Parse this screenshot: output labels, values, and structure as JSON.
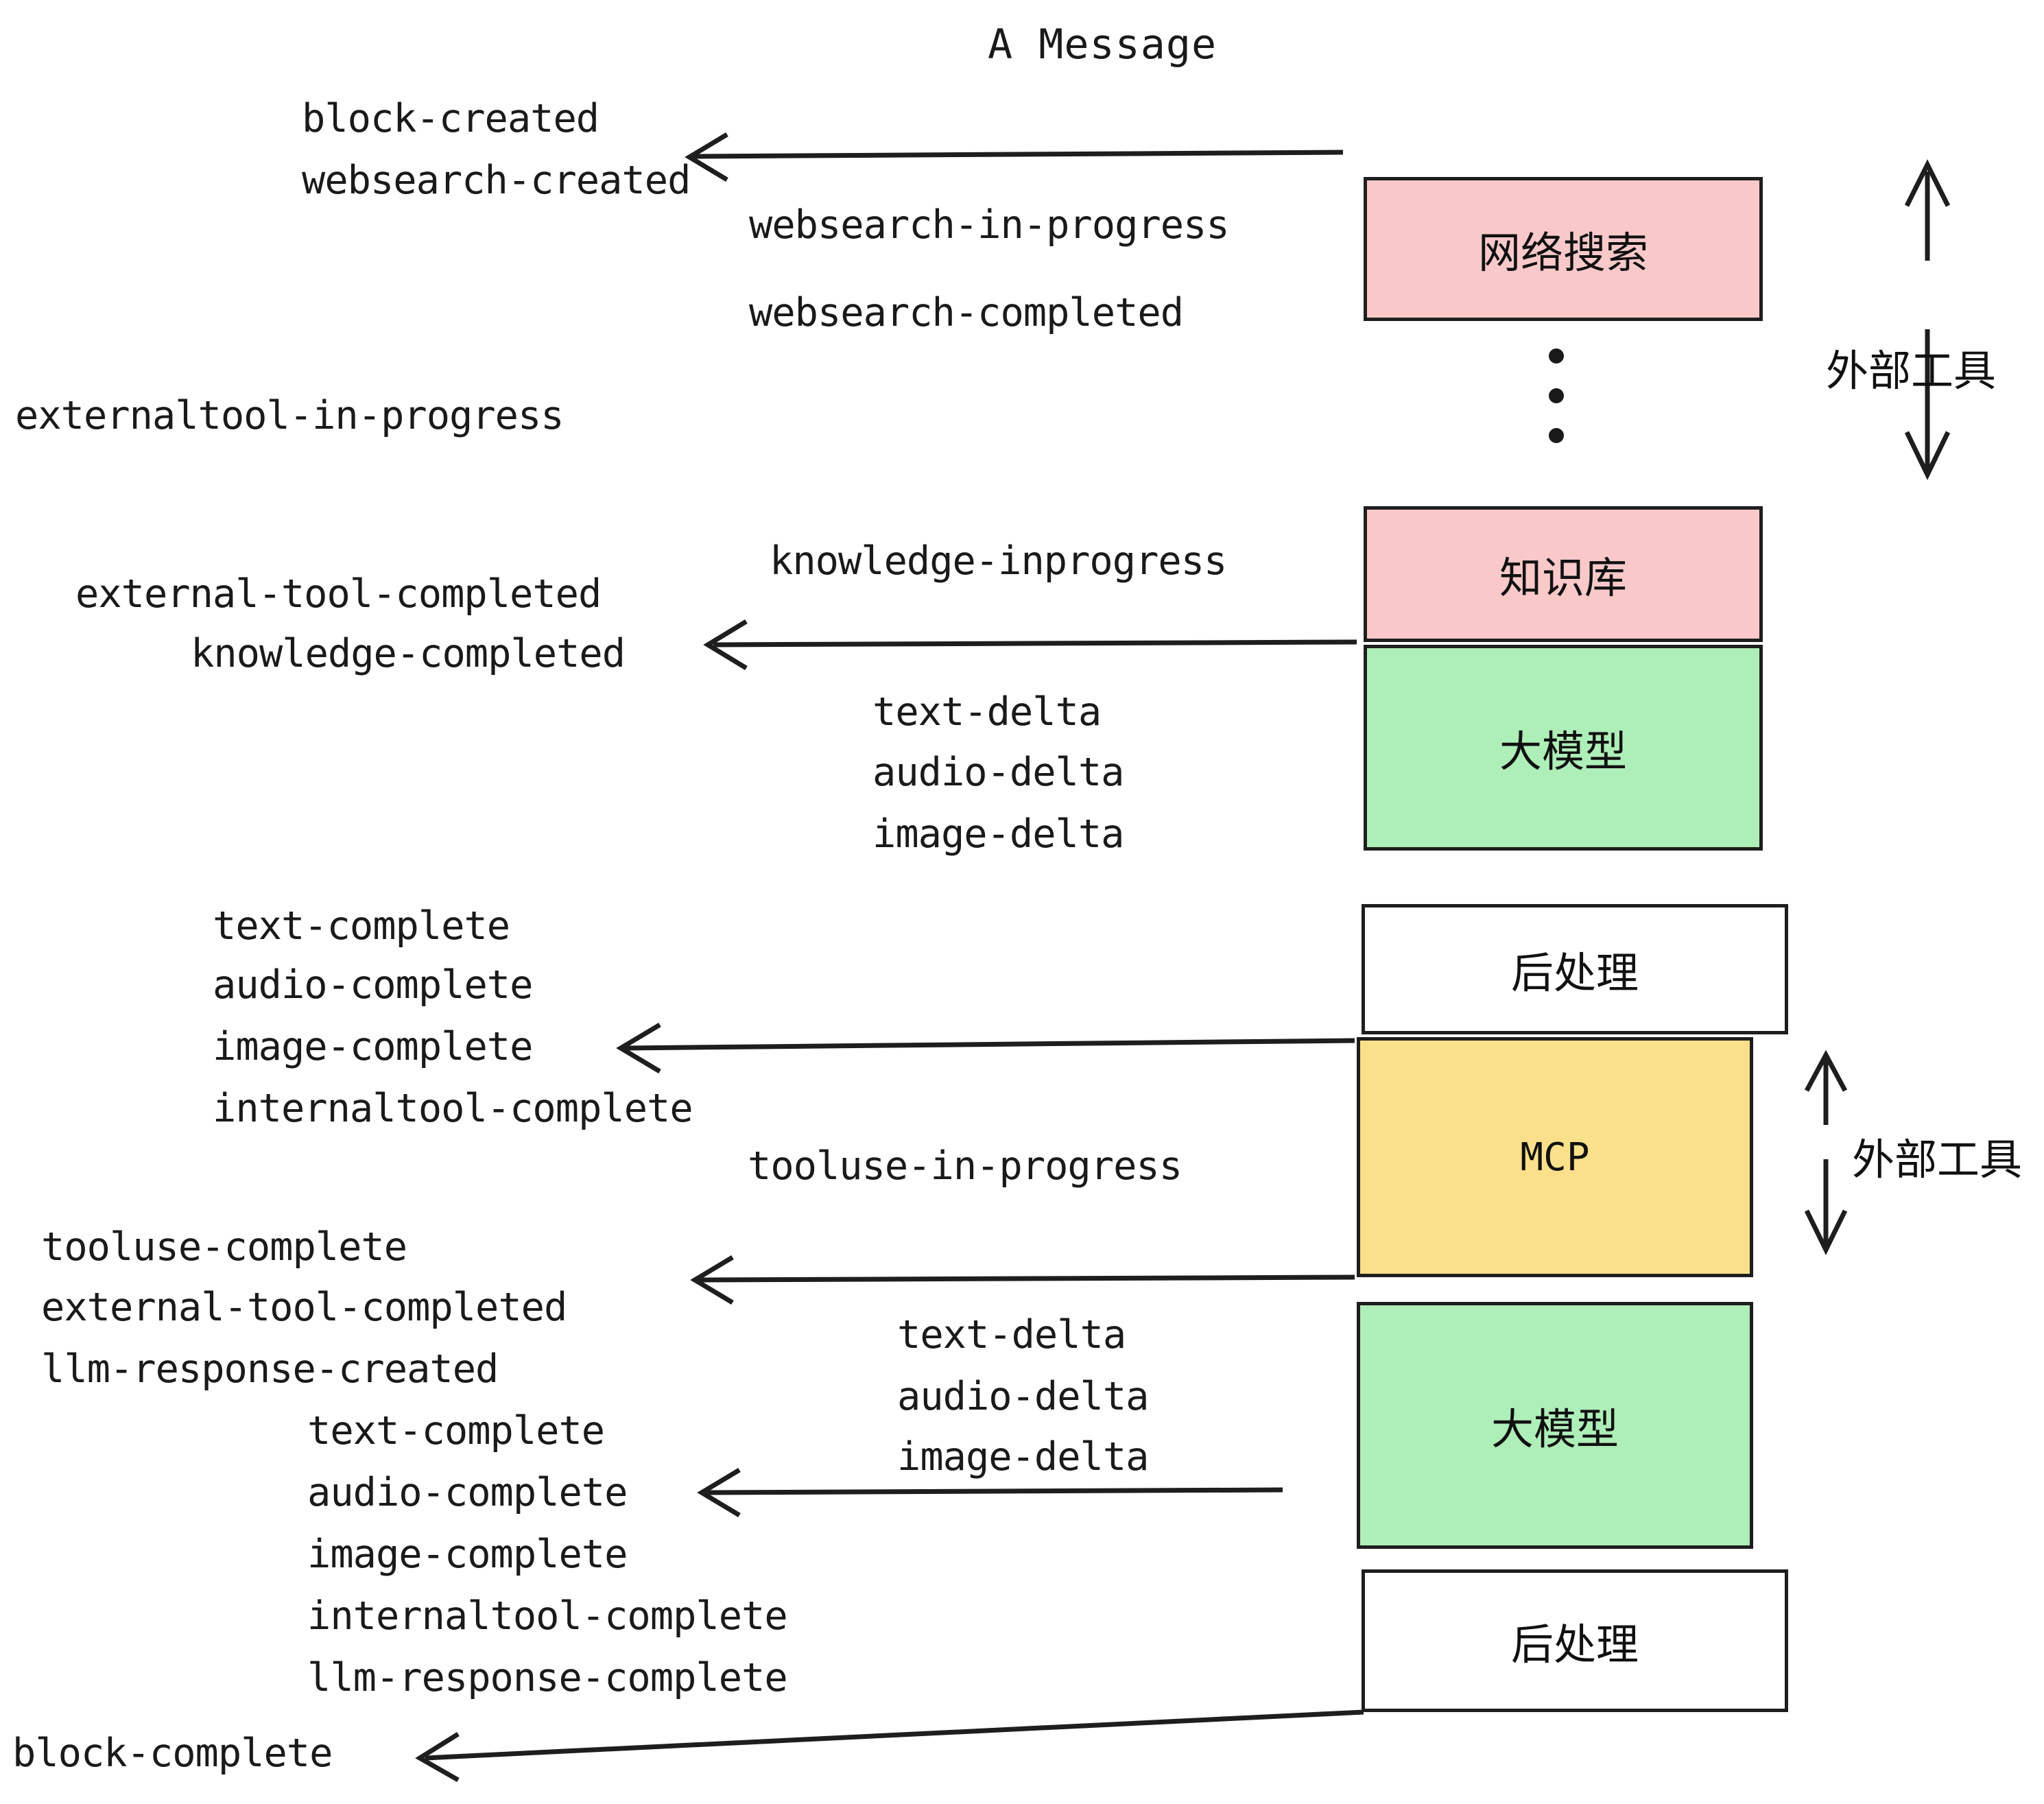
{
  "title": "A Message",
  "boxes": [
    {
      "id": "websearch",
      "label": "网络搜索",
      "color": "#f9c9ca"
    },
    {
      "id": "knowledge",
      "label": "知识库",
      "color": "#f9c9ca"
    },
    {
      "id": "llm-top",
      "label": "大模型",
      "color": "#aeeeb8"
    },
    {
      "id": "postprocess-top",
      "label": "后处理",
      "color": "#ffffff"
    },
    {
      "id": "mcp",
      "label": "MCP",
      "color": "#fae08a"
    },
    {
      "id": "llm-bottom",
      "label": "大模型",
      "color": "#aeeeb8"
    },
    {
      "id": "postprocess-bottom",
      "label": "后处理",
      "color": "#ffffff"
    }
  ],
  "side_labels": {
    "external_tool_top": "外部工具",
    "external_tool_bottom": "外部工具"
  },
  "events": {
    "block_created": "block-created",
    "websearch_created": "websearch-created",
    "websearch_in_progress": "websearch-in-progress",
    "websearch_completed": "websearch-completed",
    "externaltool_in_progress": "externaltool-in-progress",
    "knowledge_inprogress": "knowledge-inprogress",
    "external_tool_completed_1": "external-tool-completed",
    "knowledge_completed": "knowledge-completed",
    "text_delta_1": "text-delta",
    "audio_delta_1": "audio-delta",
    "image_delta_1": "image-delta",
    "text_complete_1": "text-complete",
    "audio_complete_1": "audio-complete",
    "image_complete_1": "image-complete",
    "internaltool_complete_1": "internaltool-complete",
    "tooluse_in_progress": "tooluse-in-progress",
    "tooluse_complete": "tooluse-complete",
    "external_tool_completed_2": "external-tool-completed",
    "llm_response_created": "llm-response-created",
    "text_delta_2": "text-delta",
    "audio_delta_2": "audio-delta",
    "image_delta_2": "image-delta",
    "text_complete_2": "text-complete",
    "audio_complete_2": "audio-complete",
    "image_complete_2": "image-complete",
    "internaltool_complete_2": "internaltool-complete",
    "llm_response_complete": "llm-response-complete",
    "block_complete": "block-complete"
  },
  "colors": {
    "pink": "#f9c9ca",
    "green": "#aeeeb8",
    "yellow": "#fae08a",
    "white": "#ffffff",
    "stroke": "#1e1e1e"
  }
}
